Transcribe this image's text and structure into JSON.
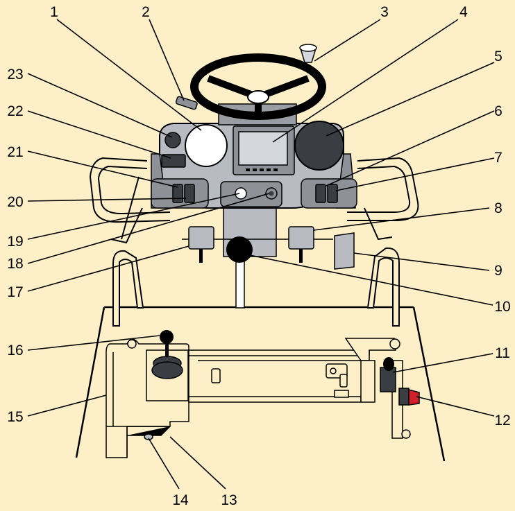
{
  "colors": {
    "background": "#fdf0c8",
    "line": "#000000",
    "panel_gray": "#b8bcc2",
    "panel_dark": "#8e9298",
    "gauge_dark": "#3a3d42",
    "warning_red": "#d0202a"
  },
  "callouts": [
    {
      "num": "1",
      "name": "callout-1-left-gauge"
    },
    {
      "num": "2",
      "name": "callout-2-steering-adjust-knob"
    },
    {
      "num": "3",
      "name": "callout-3-steering-wheel-knob"
    },
    {
      "num": "4",
      "name": "callout-4-display-screen"
    },
    {
      "num": "5",
      "name": "callout-5-right-gauge"
    },
    {
      "num": "6",
      "name": "callout-6-right-switch-a"
    },
    {
      "num": "7",
      "name": "callout-7-right-switch-b"
    },
    {
      "num": "8",
      "name": "callout-8-right-pedal"
    },
    {
      "num": "9",
      "name": "callout-9-far-right-pedal"
    },
    {
      "num": "10",
      "name": "callout-10-center-lever-knob"
    },
    {
      "num": "11",
      "name": "callout-11-side-control-handle"
    },
    {
      "num": "12",
      "name": "callout-12-red-switch"
    },
    {
      "num": "13",
      "name": "callout-13-console-bracket"
    },
    {
      "num": "14",
      "name": "callout-14-console-slot"
    },
    {
      "num": "15",
      "name": "callout-15-left-console"
    },
    {
      "num": "16",
      "name": "callout-16-joystick"
    },
    {
      "num": "17",
      "name": "callout-17-left-pedal"
    },
    {
      "num": "18",
      "name": "callout-18-ignition-key"
    },
    {
      "num": "19",
      "name": "callout-19-round-button"
    },
    {
      "num": "20",
      "name": "callout-20-left-switch-b"
    },
    {
      "num": "21",
      "name": "callout-21-left-switch-a"
    },
    {
      "num": "22",
      "name": "callout-22-small-display"
    },
    {
      "num": "23",
      "name": "callout-23-small-dial"
    }
  ]
}
